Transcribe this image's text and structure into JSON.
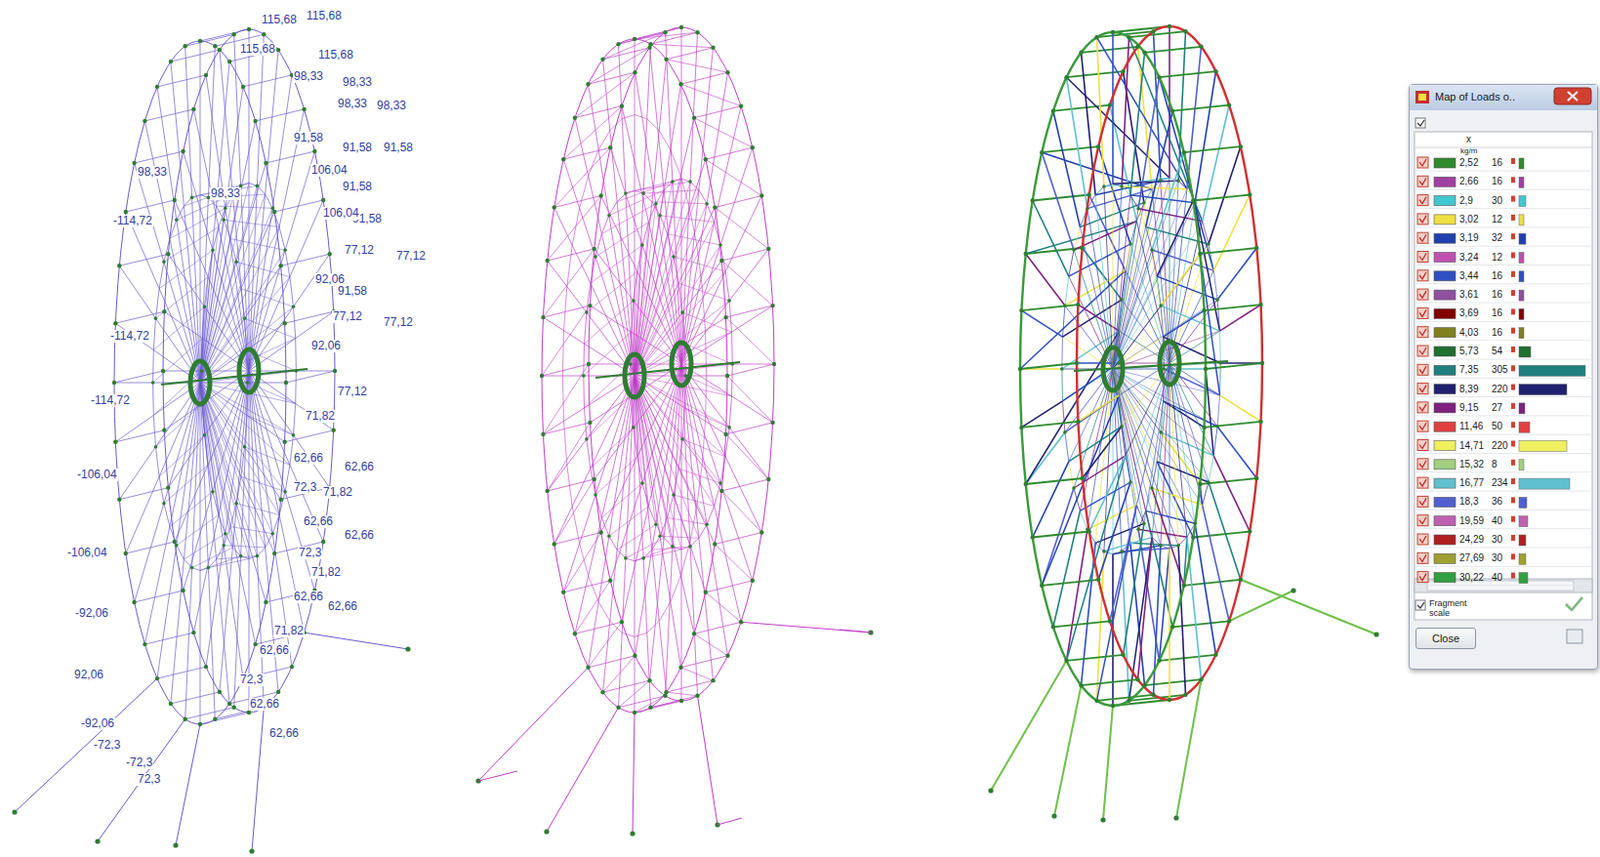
{
  "diagram": {
    "nodes": [
      {
        "text": [
          "Map of Loads o.."
        ]
      },
      {
        "text": [
          "Close"
        ],
        "in": 0
      }
    ],
    "labels": [
      "115,68",
      "115,68",
      "115,68",
      "115,68",
      "98,33",
      "98,33",
      "98,33",
      "98,33",
      "91,58",
      "91,58",
      "91,58",
      "106,04",
      "91,58",
      "91,58",
      "106,04",
      "77,12",
      "77,12",
      "92,06",
      "91,58",
      "77,12",
      "77,12",
      "92,06",
      "77,12",
      "71,82",
      "62,66",
      "62,66",
      "72,3",
      "71,82",
      "62,66",
      "62,66",
      "72,3",
      "71,82",
      "62,66",
      "62,66",
      "71,82",
      "62,66",
      "72,3",
      "62,66",
      "62,66",
      "-114,72",
      "-114,72",
      "-114,72",
      "-106,04",
      "-106,04",
      "-92,06",
      "92,06",
      "-92,06",
      "-72,3",
      "-72,3",
      "72,3",
      "98,33",
      "98,33",
      "x",
      "kg/m",
      "16",
      "16",
      "30",
      "12",
      "32",
      "12",
      "16",
      "16",
      "16",
      "16",
      "54",
      "305",
      "220",
      "27",
      "50",
      "220",
      "8",
      "234",
      "36",
      "40",
      "30",
      "30",
      "40",
      "Fragment scale"
    ],
    "legend": [
      {
        "text": "2,52",
        "color": "#2e8b2e"
      },
      {
        "text": "2,66",
        "color": "#a040a0"
      },
      {
        "text": "2,9",
        "color": "#40c8d0"
      },
      {
        "text": "3,02",
        "color": "#f0e040"
      },
      {
        "text": "3,19",
        "color": "#2040b0"
      },
      {
        "text": "3,24",
        "color": "#c050b0"
      },
      {
        "text": "3,44",
        "color": "#3050c0"
      },
      {
        "text": "3,61",
        "color": "#9050a0"
      },
      {
        "text": "3,69",
        "color": "#800000"
      },
      {
        "text": "4,03",
        "color": "#808020"
      },
      {
        "text": "5,73",
        "color": "#207030"
      },
      {
        "text": "7,35",
        "color": "#208080"
      },
      {
        "text": "8,39",
        "color": "#202070"
      },
      {
        "text": "9,15",
        "color": "#802080"
      },
      {
        "text": "11,46",
        "color": "#e04040"
      },
      {
        "text": "14,71",
        "color": "#f0f060"
      },
      {
        "text": "15,32",
        "color": "#a0d080"
      },
      {
        "text": "16,77",
        "color": "#60c0d0"
      },
      {
        "text": "18,3",
        "color": "#5060d0"
      },
      {
        "text": "19,59",
        "color": "#c060b0"
      },
      {
        "text": "24,29",
        "color": "#b02020"
      },
      {
        "text": "27,69",
        "color": "#a0a030"
      },
      {
        "text": "30,22",
        "color": "#30a040"
      }
    ]
  }
}
